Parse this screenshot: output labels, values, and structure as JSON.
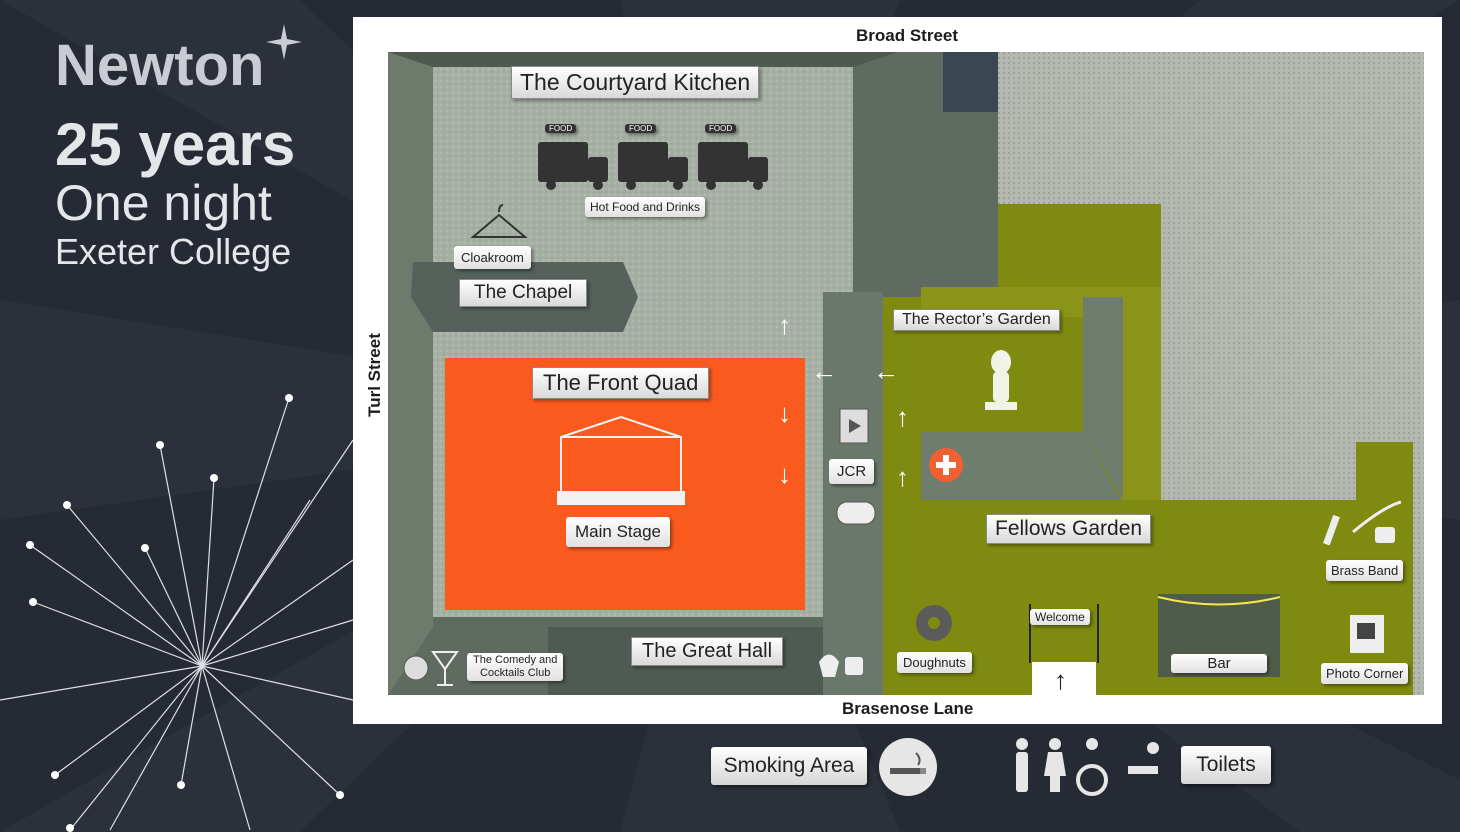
{
  "brand": {
    "logo": "Newton",
    "line1": "25 years",
    "line2": "One night",
    "line3": "Exeter College"
  },
  "streets": {
    "north": "Broad Street",
    "south": "Brasenose Lane",
    "west": "Turl Street"
  },
  "areas": {
    "courtyard_kitchen": "The Courtyard Kitchen",
    "chapel": "The Chapel",
    "front_quad": "The Front Quad",
    "rectors_garden": "The Rector’s Garden",
    "fellows_garden": "Fellows Garden",
    "great_hall": "The Great Hall"
  },
  "labels": {
    "food_sign": "FOOD",
    "hot_food": "Hot Food and Drinks",
    "cloakroom": "Cloakroom",
    "main_stage": "Main Stage",
    "jcr": "JCR",
    "comedy_line1": "The Comedy and",
    "comedy_line2": "Cocktails Club",
    "doughnuts": "Doughnuts",
    "welcome": "Welcome",
    "bar": "Bar",
    "brass_band": "Brass Band",
    "photo_corner": "Photo Corner"
  },
  "legend": {
    "smoking": "Smoking Area",
    "toilets": "Toilets"
  },
  "colors": {
    "background": "#252a35",
    "stone_light": "#a9b1a3",
    "stone_dark": "#5e6b60",
    "front_quad": "#fb5a1e",
    "garden": "#7e8a10",
    "first_aid": "#f06030"
  },
  "icons": [
    "food-truck-icon",
    "coat-hanger-icon",
    "stage-icon",
    "statue-icon",
    "first-aid-icon",
    "film-icon",
    "gamepad-icon",
    "cocktail-icon",
    "coffee-cake-icon",
    "doughnut-icon",
    "bar-icon",
    "brass-band-icon",
    "photo-booth-icon",
    "no-smoking-icon",
    "toilets-icon",
    "arrow-icon"
  ]
}
